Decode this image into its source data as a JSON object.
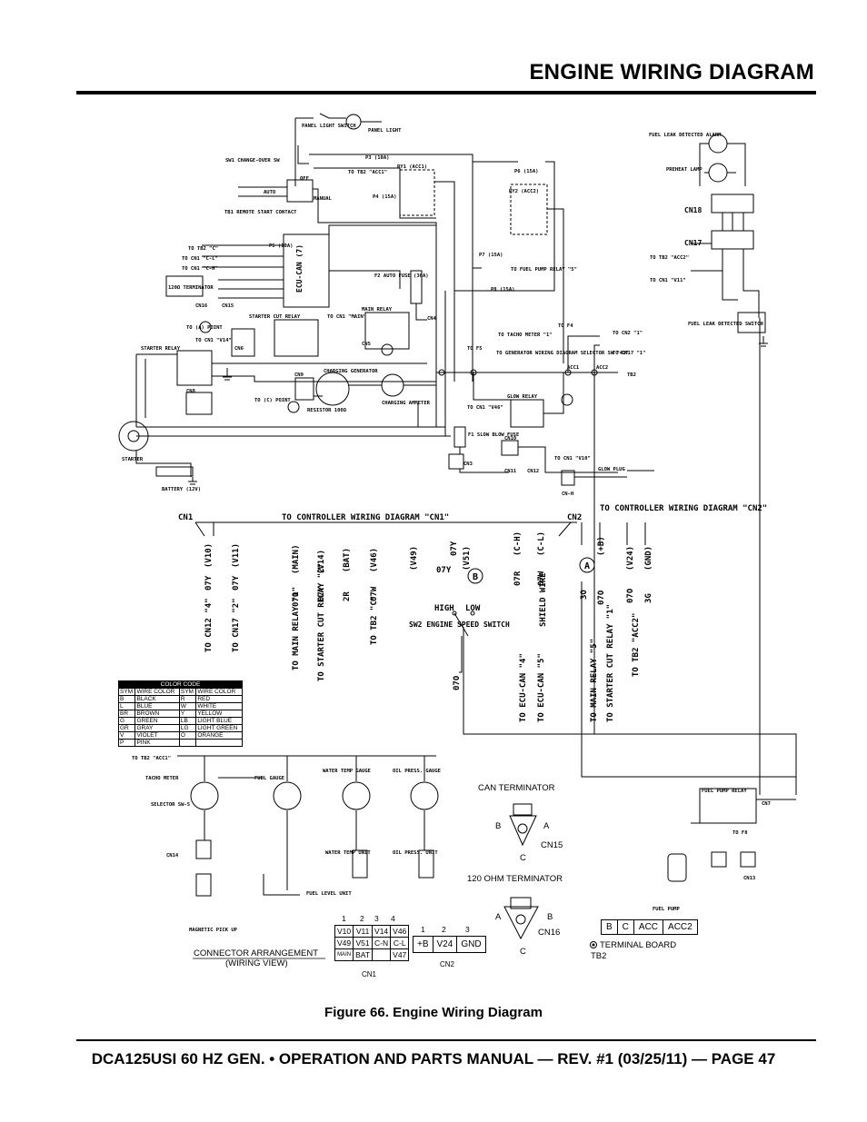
{
  "page": {
    "title": "ENGINE WIRING DIAGRAM",
    "caption": "Figure 66. Engine Wiring Diagram",
    "footer": "DCA125USI 60 HZ GEN. • OPERATION AND PARTS MANUAL — REV. #1 (03/25/11) — PAGE 47"
  },
  "labels": {
    "panel_light_switch": "PANEL LIGHT SWITCH",
    "panel_light": "PANEL LIGHT",
    "sw1": "SW1 CHANGE-OVER SW",
    "tb1": "TB1 REMOTE START CONTACT",
    "auto": "AUTO",
    "manual": "MANUAL",
    "off": "OFF",
    "p3": "P3 (10A)",
    "ry1": "RY1 (ACC1)",
    "to_tb2_acc1": "TO TB2 \"ACC1\"",
    "p4": "P4 (15A)",
    "p5": "P5 (10A)",
    "p6": "P6 (15A)",
    "ry2": "RY2 (ACC2)",
    "p7": "P7 (15A)",
    "p8": "P8 (15A)",
    "to_fuel_pump_relay": "TO FUEL PUMP RELAY \"5\"",
    "fuel_leak_alarm": "FUEL LEAK DETECTED ALARM",
    "preheat_lamp": "PREHEAT LAMP",
    "cn18": "CN18",
    "cn17": "CN17",
    "to_tb2_acc2": "TO TB2 \"ACC2\"",
    "to_cn1_v11": "TO CN1 \"V11\"",
    "fuel_leak_switch": "FUEL LEAK DETECTED SWITCH",
    "ecu_can": "ECU-CAN (7)",
    "to_tb2_c": "TO TB2 \"C\"",
    "to_cn1_cl": "TO CN1 \"C-L\"",
    "to_cn1_ch": "TO CN1 \"C-H\"",
    "terminator_120": "120Ω TERMINATOR",
    "cn16": "CN16",
    "cn15": "CN15",
    "f2": "F2 AUTO FUSE (30A)",
    "starter_cut_relay": "STARTER CUT RELAY",
    "main_relay": "MAIN RELAY",
    "to_cn1_main": "TO CN1 \"MAIN\"",
    "cn4": "CN4",
    "cn5": "CN5",
    "cn6": "CN6",
    "to_a_point": "TO (A) POINT",
    "to_cn1_v14": "TO CN1 \"V14\"",
    "starter_relay": "STARTER RELAY",
    "to_tacho_meter": "TO TACHO METER \"1\"",
    "to_generator": "TO GENERATOR WIRING DIAGRAM SELECTOR SW \"41\"",
    "to_f5": "TO F5",
    "to_f4": "TO F4",
    "to_cn2_1": "TO CN2 \"1\"",
    "to_cn17_1": "TO CN17 \"1\"",
    "acc1": "ACC1",
    "acc2": "ACC2",
    "tb2": "TB2",
    "charging_generator": "CHARGING GENERATOR",
    "charging_ammeter": "CHARGING AMMETER",
    "resistor": "RESISTOR 100Ω",
    "cn9": "CN9",
    "cn8": "CN8",
    "to_c_point": "TO (C) POINT",
    "to_cn1_v46": "TO CN1 \"V46\"",
    "glow_relay": "GLOW RELAY",
    "f1": "F1 SLOW BLOW FUSE",
    "cn10": "CN10",
    "cn11": "CN11",
    "cn12": "CN12",
    "cn3": "CN3",
    "to_cn1_v10": "TO CN1 \"V10\"",
    "glow_plug": "GLOW PLUG",
    "cn_h": "CN-H",
    "starter": "STARTER",
    "battery": "BATTERY (12V)",
    "cn1": "CN1",
    "to_controller_cn1": "TO CONTROLLER WIRING DIAGRAM \"CN1\"",
    "cn2": "CN2",
    "to_controller_cn2": "TO CONTROLLER WIRING DIAGRAM \"CN2\"",
    "high": "HIGH",
    "low": "LOW",
    "sw2": "SW2 ENGINE SPEED SWITCH",
    "tacho_meter": "TACHO METER",
    "fuel_gauge": "FUEL GAUGE",
    "water_temp_gauge": "WATER TEMP GAUGE",
    "oil_press_gauge": "OIL PRESS. GAUGE",
    "selector_sw": "SELECTOR SW-5",
    "cn14": "CN14",
    "magnetic_pickup": "MAGNETIC PICK UP",
    "fuel_level_unit": "FUEL LEVEL UNIT",
    "water_temp_unit": "WATER TEMP UNIT",
    "oil_press_unit": "OIL PRESS. UNIT",
    "to_tb2_acc1_bottom": "TO TB2 \"ACC1\"",
    "fuel_pump_relay": "FUEL PUMP RELAY",
    "cn7": "CN7",
    "cn13": "CN13",
    "to_f8": "TO F8",
    "fuel_pump": "FUEL PUMP",
    "can_terminator": "CAN TERMINATOR",
    "ohm_terminator": "120 OHM TERMINATOR",
    "cn15_conn": "CN15",
    "cn16_conn": "CN16",
    "conn_arrangement": "CONNECTOR ARRANGEMENT",
    "wiring_view": "(WIRING VIEW)",
    "cn1_label": "CN1",
    "cn2_label": "CN2",
    "terminal_board": "TERMINAL BOARD",
    "tb2_label": "TB2"
  },
  "cn1_wires": [
    {
      "color": "07Y",
      "id": "(V10)",
      "dest": "TO CN12 \"4\""
    },
    {
      "color": "07Y",
      "id": "(V11)",
      "dest": "TO CN17 \"2\""
    },
    {
      "color": "07O",
      "id": "(MAIN)",
      "dest": "TO MAIN RELAY \"1\""
    },
    {
      "color": "07Y",
      "id": "(V14)",
      "dest": "TO STARTER CUT RELAY \"2\""
    },
    {
      "color": "2R",
      "id": "(BAT)",
      "dest": ""
    },
    {
      "color": "07W",
      "id": "(V46)",
      "dest": "TO TB2 \"C\""
    },
    {
      "color": "07Y",
      "id": "(V49)",
      "dest": ""
    },
    {
      "color": "07Y",
      "id": "(V51)",
      "dest": ""
    },
    {
      "color": "07R",
      "id": "(C-H)",
      "dest": "TO ECU-CAN \"4\""
    },
    {
      "color": "07W",
      "id": "(C-L)",
      "dest": "TO ECU-CAN \"5\""
    }
  ],
  "cn2_wires": [
    {
      "color": "3O",
      "id": "(+B)",
      "dest": "TO MAIN RELAY \"5\""
    },
    {
      "color": "07O",
      "id": "",
      "dest": "TO STARTER CUT RELAY \"1\""
    },
    {
      "color": "07O",
      "id": "(V24)",
      "dest": "TO TB2 \"ACC2\""
    },
    {
      "color": "3G",
      "id": "(GND)",
      "dest": ""
    }
  ],
  "misc_text": {
    "shield_wire": "SHIELD WIRE",
    "o7o": "07O",
    "point_a": "A",
    "point_b": "B",
    "point_c": "C"
  },
  "color_code": {
    "title": "COLOR CODE",
    "headers": [
      "SYM",
      "WIRE COLOR",
      "SYM",
      "WIRE COLOR"
    ],
    "rows": [
      [
        "B",
        "BLACK",
        "R",
        "RED"
      ],
      [
        "L",
        "BLUE",
        "W",
        "WHITE"
      ],
      [
        "BR",
        "BROWN",
        "Y",
        "YELLOW"
      ],
      [
        "G",
        "GREEN",
        "LB",
        "LIGHT BLUE"
      ],
      [
        "GR",
        "GRAY",
        "LG",
        "LIGHT GREEN"
      ],
      [
        "V",
        "VIOLET",
        "O",
        "ORANGE"
      ],
      [
        "P",
        "PINK",
        "",
        ""
      ]
    ]
  },
  "cn1_connector": {
    "pins": [
      "1",
      "2",
      "3",
      "4"
    ],
    "rows": [
      [
        "V10",
        "V11",
        "V14",
        "V46"
      ],
      [
        "V49",
        "V51",
        "C-N",
        "C-L"
      ],
      [
        "MAIN",
        "BAT",
        "",
        "V47"
      ]
    ]
  },
  "cn2_connector": {
    "pins": [
      "1",
      "2",
      "3"
    ],
    "cells": [
      "+B",
      "V24",
      "GND"
    ]
  },
  "cn15_pins": {
    "b": "B",
    "a": "A",
    "c": "C"
  },
  "cn16_pins": {
    "a": "A",
    "b": "B",
    "c": "C"
  },
  "tb2_cells": [
    "B",
    "C",
    "ACC",
    "ACC2"
  ]
}
